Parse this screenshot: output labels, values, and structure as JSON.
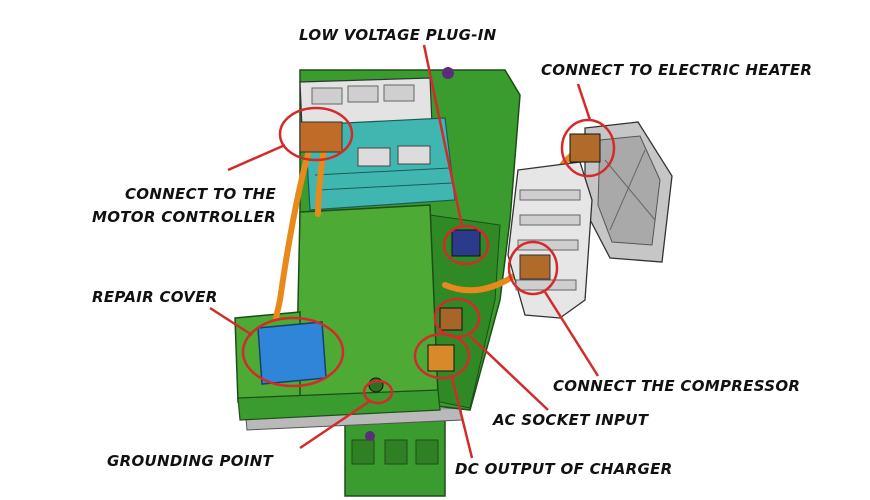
{
  "labels": {
    "low_voltage_plug_in": "LOW VOLTAGE PLUG-IN",
    "connect_electric_heater": "CONNECT TO ELECTRIC HEATER",
    "connect_motor_controller_line1": "CONNECT TO THE",
    "connect_motor_controller_line2": "MOTOR CONTROLLER",
    "repair_cover": "REPAIR COVER",
    "connect_compressor": "CONNECT THE COMPRESSOR",
    "ac_socket_input": "AC SOCKET INPUT",
    "grounding_point": "GROUNDING POINT",
    "dc_output_charger": "DC OUTPUT OF CHARGER"
  },
  "colors": {
    "callout_red": "#d42a2a",
    "housing_green": "#3c9b2f",
    "cover_green": "#4caa35",
    "cable_orange": "#e8891c",
    "module_cyan": "#3fb7b0",
    "cover_blue": "#2f86d8",
    "unit_grey": "#d8d8d8"
  }
}
